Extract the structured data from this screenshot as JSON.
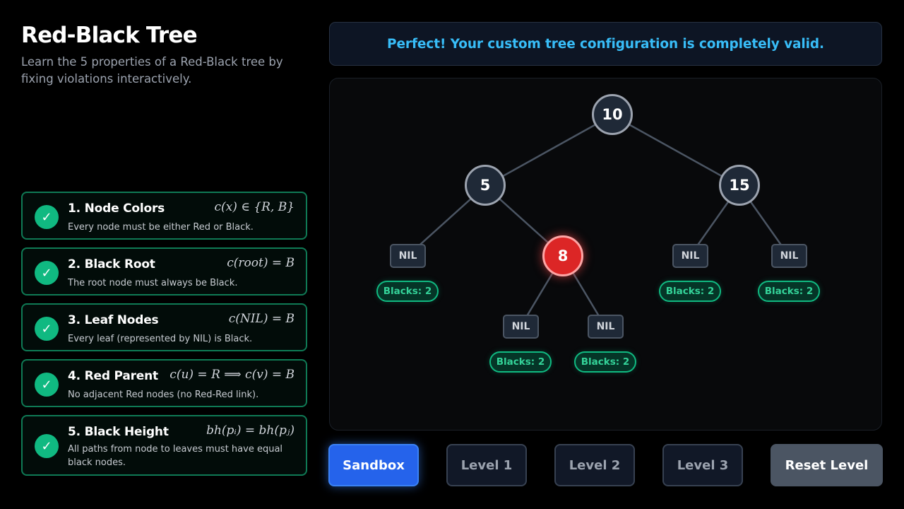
{
  "header": {
    "title": "Red-Black Tree",
    "subtitle": "Learn the 5 properties of a Red-Black tree by fixing violations interactively."
  },
  "status": {
    "message": "Perfect! Your custom tree configuration is completely valid.",
    "color": "#38bdf8"
  },
  "properties": [
    {
      "title": "1. Node Colors",
      "formula": "c(x) ∈ {R, B}",
      "description": "Every node must be either Red or Black.",
      "valid": true,
      "icon": "check-icon"
    },
    {
      "title": "2. Black Root",
      "formula": "c(root) = B",
      "description": "The root node must always be Black.",
      "valid": true,
      "icon": "check-icon"
    },
    {
      "title": "3. Leaf Nodes",
      "formula": "c(NIL) = B",
      "description": "Every leaf (represented by NIL) is Black.",
      "valid": true,
      "icon": "check-icon"
    },
    {
      "title": "4. Red Parent",
      "formula": "c(u) = R ⟹ c(v) = B",
      "description": "No adjacent Red nodes (no Red-Red link).",
      "valid": true,
      "icon": "check-icon"
    },
    {
      "title": "5. Black Height",
      "formula": "bh(pᵢ) = bh(pⱼ)",
      "description": "All paths from node to leaves must have equal black nodes.",
      "valid": true,
      "icon": "check-icon"
    }
  ],
  "tree": {
    "nodes": [
      {
        "id": "n10",
        "value": "10",
        "color": "black"
      },
      {
        "id": "n5",
        "value": "5",
        "color": "black"
      },
      {
        "id": "n15",
        "value": "15",
        "color": "black"
      },
      {
        "id": "n8",
        "value": "8",
        "color": "red"
      }
    ],
    "nil_label": "NIL",
    "black_count_label": "Blacks: 2",
    "leaves": [
      {
        "id": "nil-5-left",
        "label": "NIL",
        "blacks": "Blacks: 2"
      },
      {
        "id": "nil-8-left",
        "label": "NIL",
        "blacks": "Blacks: 2"
      },
      {
        "id": "nil-8-right",
        "label": "NIL",
        "blacks": "Blacks: 2"
      },
      {
        "id": "nil-15-left",
        "label": "NIL",
        "blacks": "Blacks: 2"
      },
      {
        "id": "nil-15-right",
        "label": "NIL",
        "blacks": "Blacks: 2"
      }
    ]
  },
  "buttons": {
    "sandbox": "Sandbox",
    "level1": "Level 1",
    "level2": "Level 2",
    "level3": "Level 3",
    "reset": "Reset Level",
    "active": "Sandbox"
  },
  "colors": {
    "valid": "#10b981",
    "red_node": "#dc2626",
    "black_node": "#1f2937",
    "accent": "#2563eb"
  }
}
